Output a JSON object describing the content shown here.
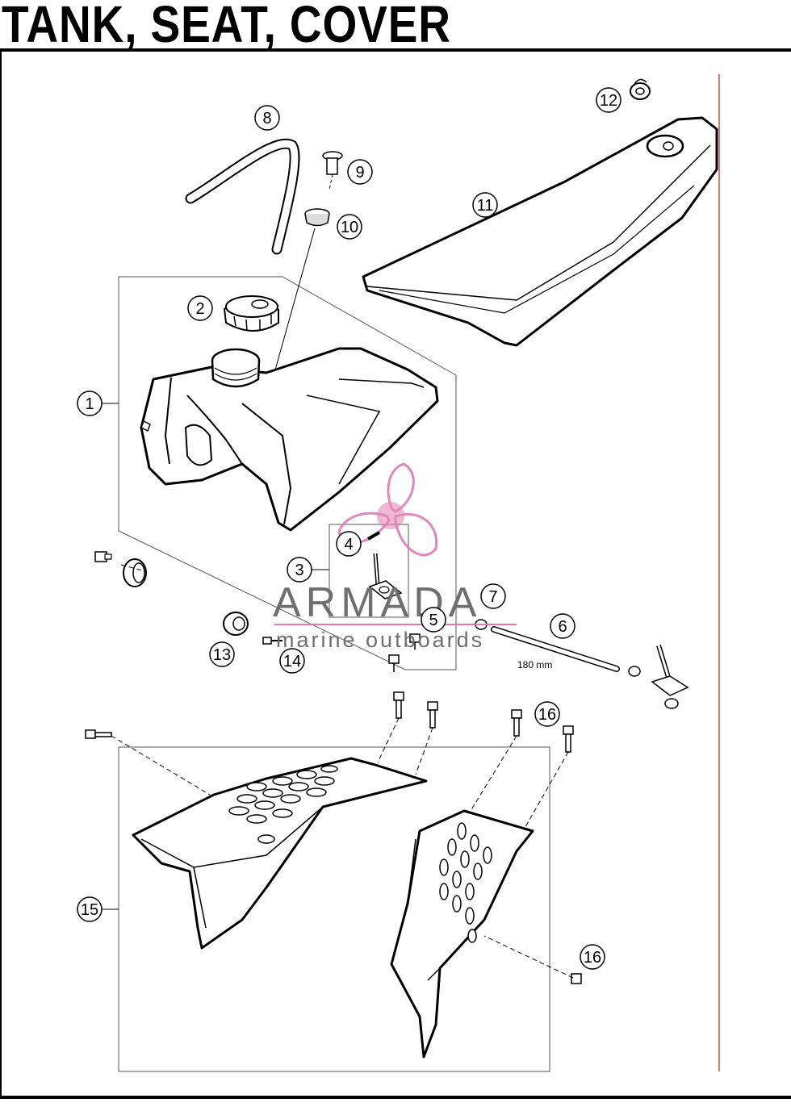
{
  "title": "TANK, SEAT, COVER",
  "dimension_label": "180 mm",
  "watermark": {
    "brand": "ARMADA",
    "tagline": "marine outboards",
    "accent_color": "#e07bb0"
  },
  "callouts": [
    {
      "id": "1",
      "label": "1"
    },
    {
      "id": "2",
      "label": "2"
    },
    {
      "id": "3",
      "label": "3"
    },
    {
      "id": "4",
      "label": "4"
    },
    {
      "id": "5",
      "label": "5"
    },
    {
      "id": "6",
      "label": "6"
    },
    {
      "id": "7",
      "label": "7"
    },
    {
      "id": "8",
      "label": "8"
    },
    {
      "id": "9",
      "label": "9"
    },
    {
      "id": "10",
      "label": "10"
    },
    {
      "id": "11",
      "label": "11"
    },
    {
      "id": "12",
      "label": "12"
    },
    {
      "id": "13",
      "label": "13"
    },
    {
      "id": "14",
      "label": "14"
    },
    {
      "id": "15",
      "label": "15"
    },
    {
      "id": "16a",
      "label": "16"
    },
    {
      "id": "16b",
      "label": "16"
    }
  ]
}
